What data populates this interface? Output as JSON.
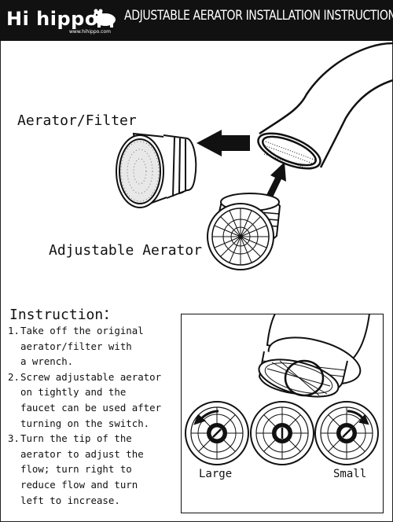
{
  "header": {
    "brand": "Hi hippo",
    "brand_url": "www.hihippo.com",
    "title": "ADJUSTABLE AERATOR INSTALLATION INSTRUCTION"
  },
  "labels": {
    "filter": "Aerator/Filter",
    "adjustable": "Adjustable Aerator"
  },
  "instruction": {
    "title": "Instruction：",
    "steps": [
      {
        "num": "1.",
        "text": "Take off the original\naerator/filter with\na wrench."
      },
      {
        "num": "2.",
        "text": "Screw adjustable aerator\non tightly and the\nfaucet can be used after\nturning on the switch."
      },
      {
        "num": "3.",
        "text": "Turn the tip of the\naerator to adjust the\nflow; turn right to\nreduce flow and turn\nleft to increase."
      }
    ]
  },
  "inset": {
    "large_label": "Large",
    "small_label": "Small"
  },
  "colors": {
    "ink": "#111111",
    "header_bg": "#111111",
    "header_text": "#ffffff"
  }
}
